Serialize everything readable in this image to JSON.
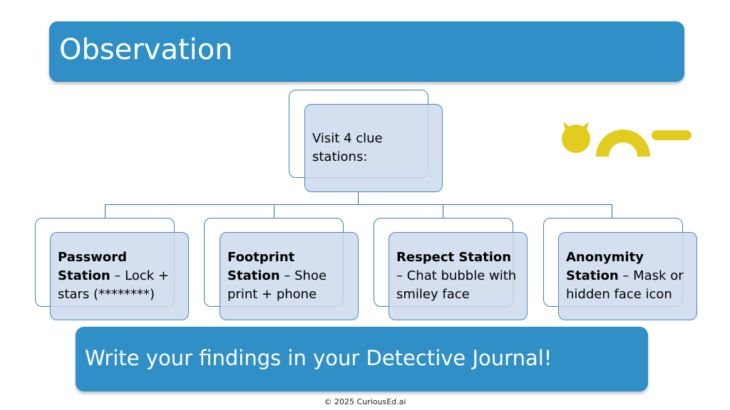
{
  "title": "Observation",
  "root": {
    "line1": "Visit 4 clue",
    "line2": "stations:"
  },
  "stations": [
    {
      "name": "Password Station",
      "rest": " – Lock + stars (********)"
    },
    {
      "name": "Footprint Station",
      "rest": " – Shoe print + phone"
    },
    {
      "name": "Respect Station",
      "rest": " – Chat bubble with smiley face"
    },
    {
      "name": "Anonymity Station",
      "rest": " – Mask or hidden face icon"
    }
  ],
  "banner": "Write your findings in your Detective Journal!",
  "footer": "© 2025 CuriousEd.ai",
  "colors": {
    "accent": "#2f8fc6",
    "card_fill": "#cddbed",
    "decoration": "#e2cc1f"
  }
}
